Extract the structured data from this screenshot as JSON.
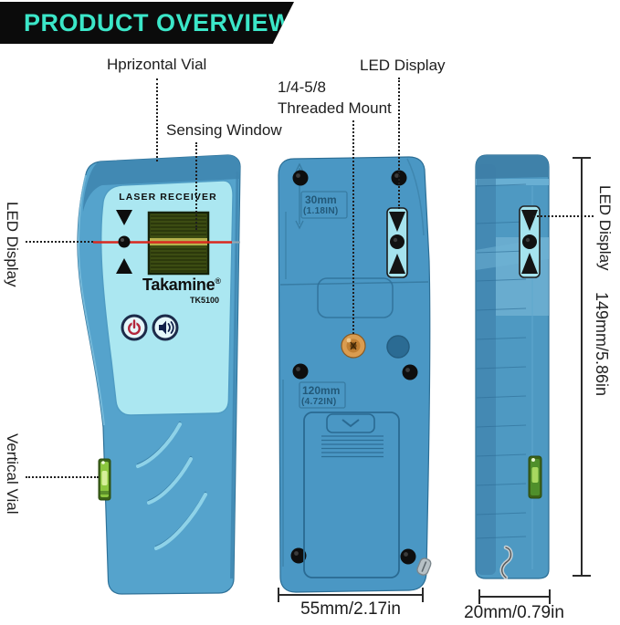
{
  "header": {
    "title": "PRODUCT OVERVIEW"
  },
  "annotations": {
    "horizontal_vial": "Hprizontal Vial",
    "sensing_window": "Sensing Window",
    "threaded_mount_line1": "1/4-5/8",
    "threaded_mount_line2": "Threaded Mount",
    "led_display_top": "LED Display",
    "led_display_left": "LED Display",
    "led_display_side": "LED Display",
    "vertical_vial": "Vertical Vial"
  },
  "device": {
    "front_header": "LASER RECEIVER",
    "brand": "Takamine",
    "brand_mark": "®",
    "model": "TK5100",
    "back_top_span_mm": "30mm",
    "back_top_span_in": "(1.18IN)",
    "back_bottom_span_mm": "120mm",
    "back_bottom_span_in": "(4.72IN)"
  },
  "dimensions": {
    "body_width": "55mm/2.17in",
    "body_depth": "20mm/0.79in",
    "body_height": "149mm/5.86in"
  },
  "colors": {
    "accent_teal": "#3BE6C8",
    "title_bar_black": "#0B0B0B",
    "device_blue": "#55A3CC",
    "device_blue_dark": "#4A97C4",
    "panel_cyan": "#ABE7F1",
    "led_window_cyan": "#A5E3EE",
    "laser_line_red": "#D9291F",
    "sensor_green": "#3C4C12",
    "vial_green": "#8CC63F",
    "mount_brass": "#D99C50"
  }
}
